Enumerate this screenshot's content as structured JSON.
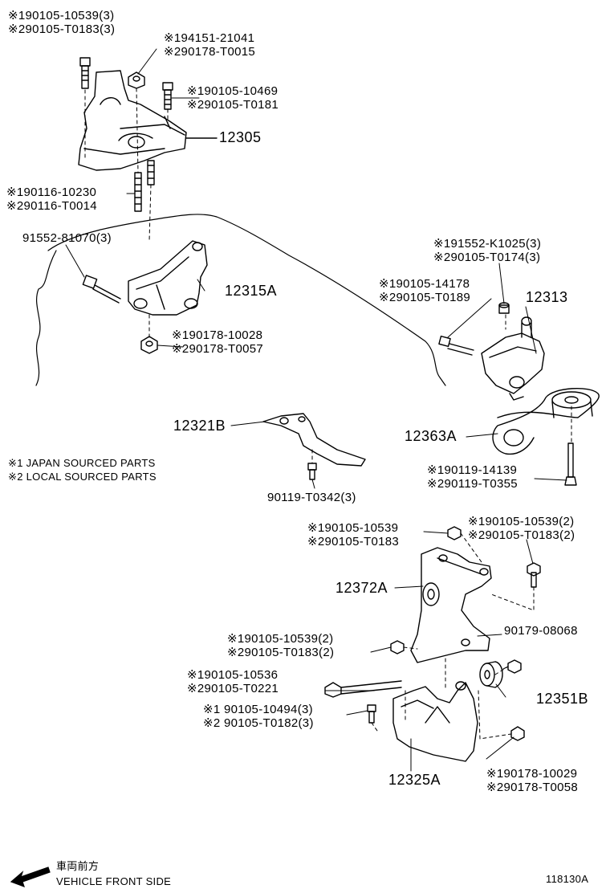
{
  "diagram_id": "118130A",
  "legend": {
    "note1": "※1 JAPAN SOURCED PARTS",
    "note2": "※2 LOCAL SOURCED PARTS"
  },
  "direction": {
    "jp": "車両前方",
    "en": "VEHICLE FRONT SIDE"
  },
  "parts": {
    "top_bolt": [
      "※190105-10539(3)",
      "※290105-T0183(3)"
    ],
    "top_nut": [
      "※194151-21041",
      "※290178-T0015"
    ],
    "top_bolt2": [
      "※190105-10469",
      "※290105-T0181"
    ],
    "mount_12305": "12305",
    "stud": [
      "※190116-10230",
      "※290116-T0014"
    ],
    "bolt_91552": "91552-81070(3)",
    "bracket_12315A": "12315A",
    "nut_lower": [
      "※190178-10028",
      "※290178-T0057"
    ],
    "bolt_k1025": [
      "※191552-K1025(3)",
      "※290105-T0174(3)"
    ],
    "bolt_14178": [
      "※190105-14178",
      "※290105-T0189"
    ],
    "bracket_12313": "12313",
    "bracket_12321B": "12321B",
    "bolt_t0342": "90119-T0342(3)",
    "rod_12363A": "12363A",
    "bolt_14139": [
      "※190119-14139",
      "※290119-T0355"
    ],
    "bolt_10539a": [
      "※190105-10539",
      "※290105-T0183"
    ],
    "bolt_10539b": [
      "※190105-10539(2)",
      "※290105-T0183(2)"
    ],
    "mount_12372A": "12372A",
    "part_08068": "90179-08068",
    "bolt_10539c": [
      "※190105-10539(2)",
      "※290105-T0183(2)"
    ],
    "bolt_10536": [
      "※190105-10536",
      "※290105-T0221"
    ],
    "insul_12351B": "12351B",
    "bolt_10494": [
      "※1 90105-10494(3)",
      "※2 90105-T0182(3)"
    ],
    "bracket_12325A": "12325A",
    "nut_10029": [
      "※190178-10029",
      "※290178-T0058"
    ]
  }
}
